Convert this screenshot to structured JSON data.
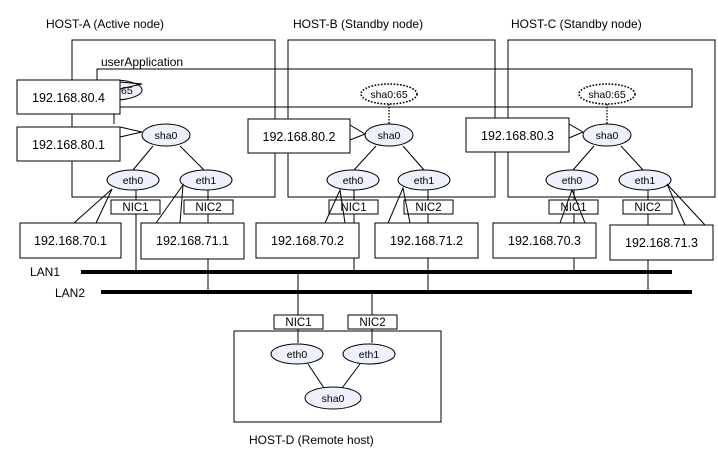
{
  "hosts": {
    "a": {
      "label": "HOST-A (Active node)"
    },
    "b": {
      "label": "HOST-B (Standby node)"
    },
    "c": {
      "label": "HOST-C (Standby node)"
    },
    "d": {
      "label": "HOST-D (Remote host)"
    }
  },
  "user_application": {
    "label": "userApplication"
  },
  "nodes": {
    "sha0_65": "sha0:65",
    "sha0": "sha0",
    "eth0": "eth0",
    "eth1": "eth1"
  },
  "nics": {
    "nic1": "NIC1",
    "nic2": "NIC2"
  },
  "lans": {
    "lan1": "LAN1",
    "lan2": "LAN2"
  },
  "ips": {
    "a_takeover": "192.168.80.4",
    "a_sha0": "192.168.80.1",
    "b_sha0": "192.168.80.2",
    "c_sha0": "192.168.80.3",
    "a_eth0": "192.168.70.1",
    "a_eth1": "192.168.71.1",
    "b_eth0": "192.168.70.2",
    "b_eth1": "192.168.71.2",
    "c_eth0": "192.168.70.3",
    "c_eth1": "192.168.71.3"
  },
  "colors": {
    "node_fill": "#eef0fb",
    "line": "#000000",
    "background": "#ffffff"
  }
}
